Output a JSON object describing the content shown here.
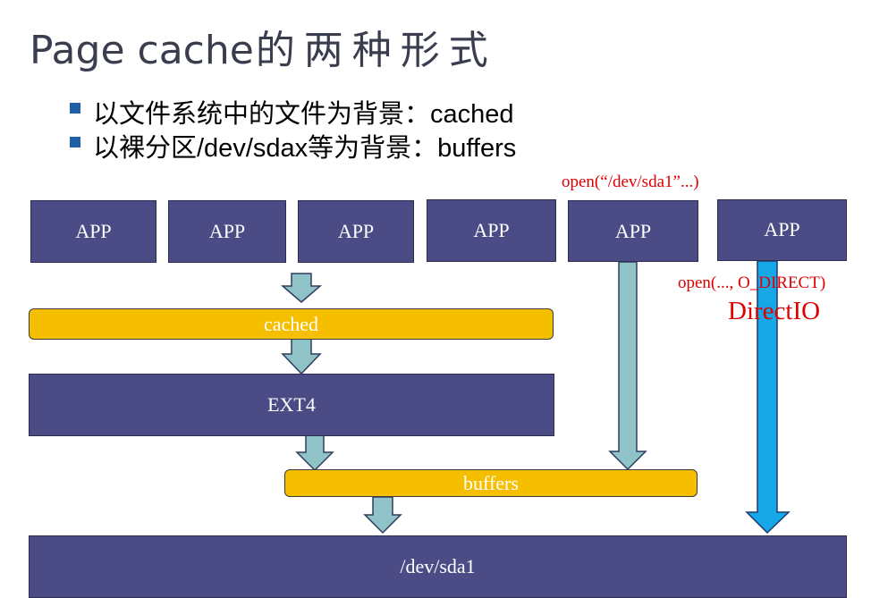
{
  "slide": {
    "title_en": "Page cache",
    "title_cn": "的两种形式",
    "bullets": [
      {
        "text": "以文件系统中的文件为背景：cached"
      },
      {
        "text": "以裸分区/dev/sdax等为背景：buffers"
      }
    ]
  },
  "diagram": {
    "apps": [
      {
        "label": "APP"
      },
      {
        "label": "APP"
      },
      {
        "label": "APP"
      },
      {
        "label": "APP"
      },
      {
        "label": "APP"
      },
      {
        "label": "APP"
      }
    ],
    "cached_label": "cached",
    "ext4_label": "EXT4",
    "buffers_label": "buffers",
    "device_label": "/dev/sda1",
    "annotation_open_device": "open(“/dev/sda1”...)",
    "annotation_open_direct": "open(..., O_DIRECT)",
    "annotation_directio": "DirectIO",
    "colors": {
      "box_fill": "#4b4b86",
      "bar_fill": "#f5bf00",
      "arrow_fill": "#8fc3c8",
      "direct_arrow_fill": "#16a7e6",
      "annotation": "#e00000",
      "bullet": "#1f5fa8"
    }
  }
}
